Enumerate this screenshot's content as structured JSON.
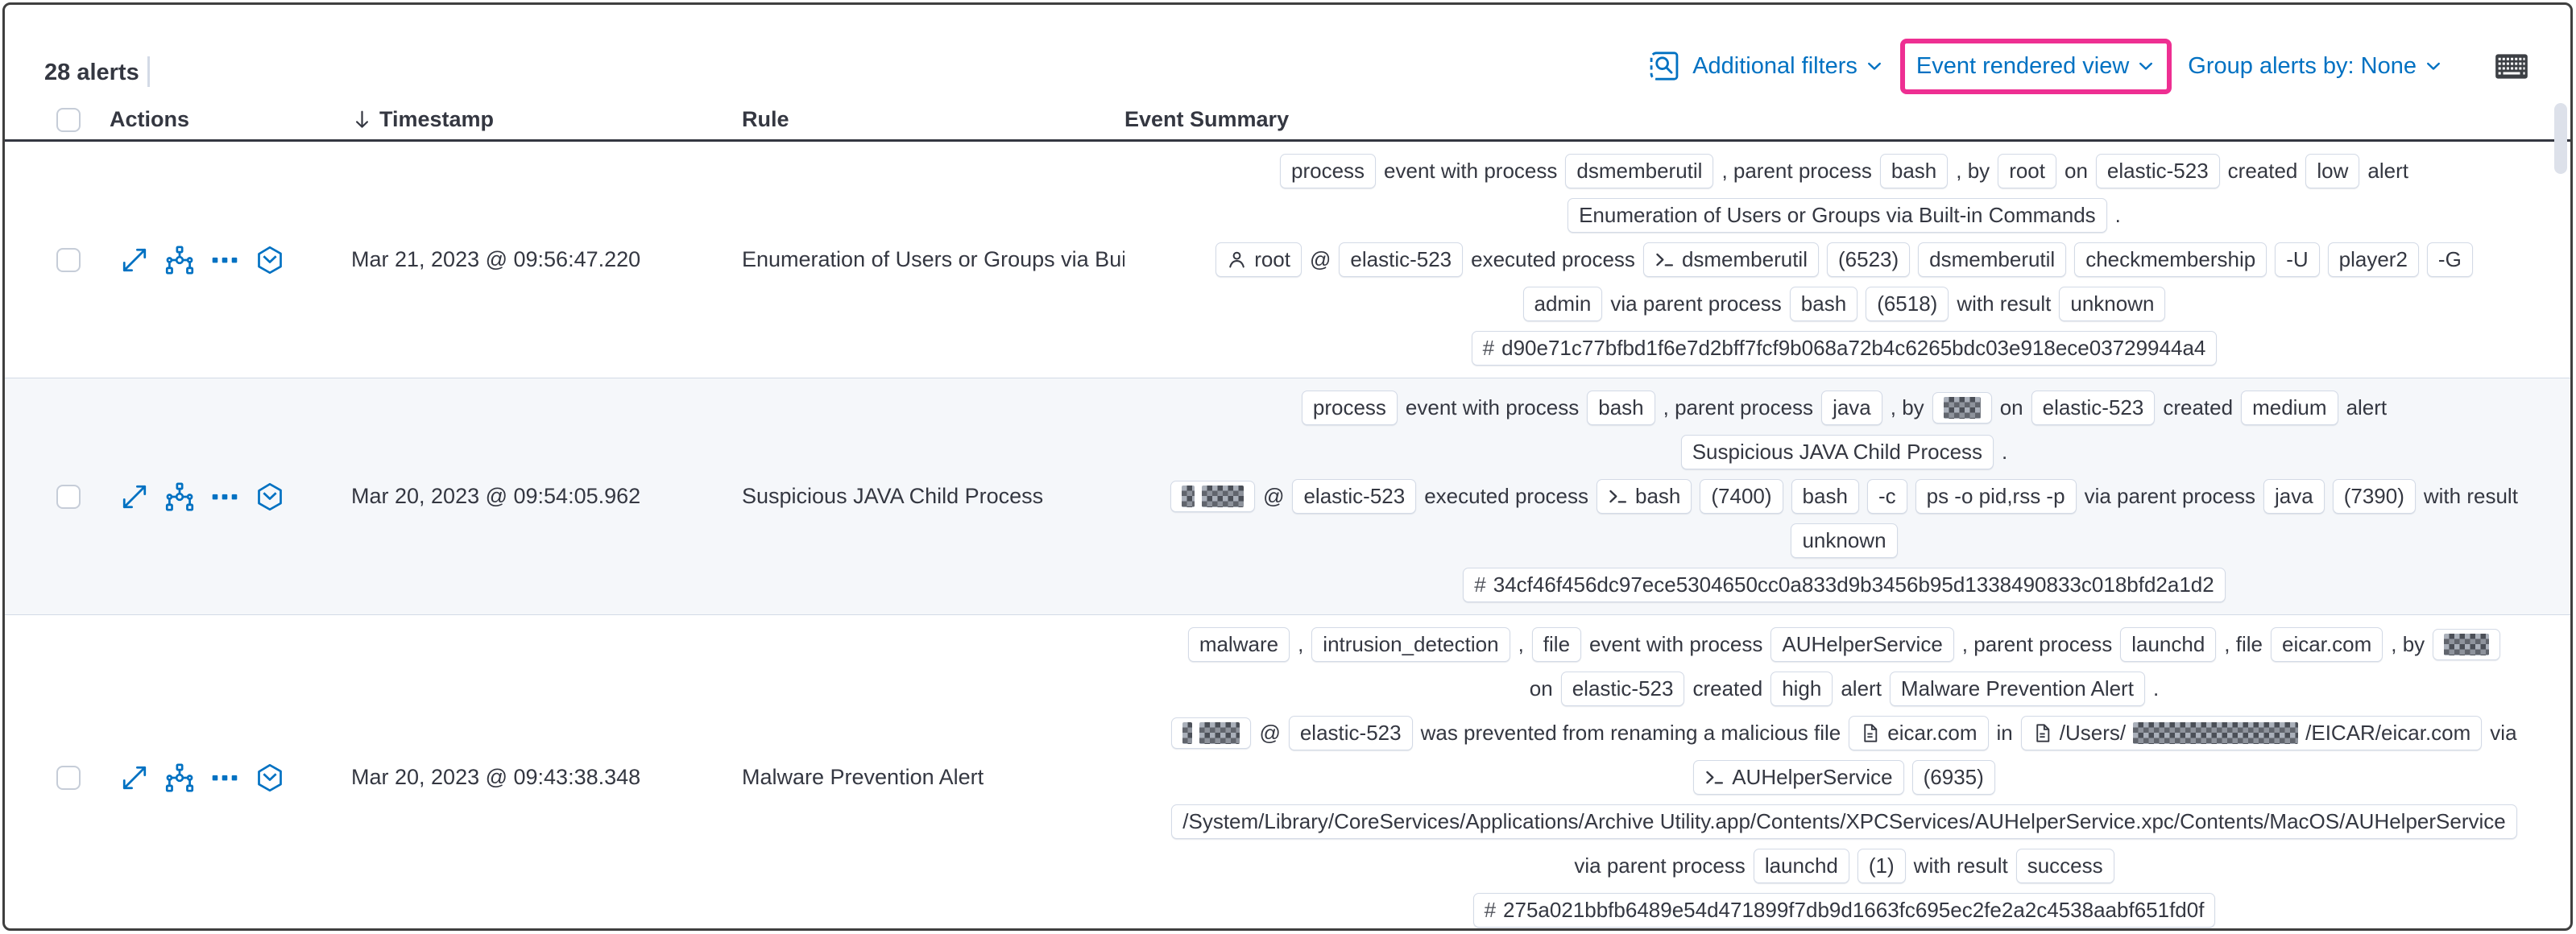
{
  "colors": {
    "accent_blue": "#0071c2",
    "highlight_pink": "#ee2f92",
    "text_dark": "#343741",
    "stripe": "#f5f7fa",
    "badge_border": "#d3dae6"
  },
  "topbar": {
    "alerts_count": "28 alerts",
    "toolbar": {
      "inspect_icon": "inspect-icon",
      "additional_filters_label": "Additional filters",
      "view_selector_label": "Event rendered view",
      "group_alerts_label": "Group alerts by: None",
      "keyboard_icon": "keyboard-icon",
      "highlight_note": "pink box drawn around Event rendered view selector"
    }
  },
  "table": {
    "columns": [
      "Actions",
      "Timestamp",
      "Rule",
      "Event Summary"
    ],
    "sort": {
      "column": "Timestamp",
      "direction": "desc"
    },
    "rows": [
      {
        "timestamp": "Mar 21, 2023 @ 09:56:47.220",
        "rule": "Enumeration of Users or Groups via Bui",
        "summary_lines": [
          [
            {
              "type": "badge",
              "v": "process"
            },
            {
              "type": "text",
              "v": "event with process"
            },
            {
              "type": "badge",
              "v": "dsmemberutil"
            },
            {
              "type": "text",
              "v": ", parent process"
            },
            {
              "type": "badge",
              "v": "bash"
            },
            {
              "type": "text",
              "v": ", by"
            },
            {
              "type": "badge",
              "v": "root"
            },
            {
              "type": "text",
              "v": "on"
            },
            {
              "type": "badge",
              "v": "elastic-523"
            },
            {
              "type": "text",
              "v": "created"
            },
            {
              "type": "badge",
              "v": "low"
            },
            {
              "type": "text",
              "v": "alert"
            }
          ],
          [
            {
              "type": "badge",
              "v": "Enumeration of Users or Groups via Built-in Commands"
            },
            {
              "type": "text",
              "v": "."
            }
          ],
          [
            {
              "type": "badge",
              "icon": "user",
              "v": "root"
            },
            {
              "type": "text",
              "v": "@"
            },
            {
              "type": "badge",
              "v": "elastic-523"
            },
            {
              "type": "text",
              "v": "executed process"
            },
            {
              "type": "badge",
              "icon": "terminal",
              "v": "dsmemberutil"
            },
            {
              "type": "badge",
              "v": "(6523)"
            },
            {
              "type": "badge",
              "v": "dsmemberutil"
            },
            {
              "type": "badge",
              "v": "checkmembership"
            },
            {
              "type": "badge",
              "v": "-U"
            },
            {
              "type": "badge",
              "v": "player2"
            },
            {
              "type": "badge",
              "v": "-G"
            }
          ],
          [
            {
              "type": "badge",
              "v": "admin"
            },
            {
              "type": "text",
              "v": "via parent process"
            },
            {
              "type": "badge",
              "v": "bash"
            },
            {
              "type": "badge",
              "v": "(6518)"
            },
            {
              "type": "text",
              "v": "with result"
            },
            {
              "type": "badge",
              "v": "unknown"
            }
          ],
          [
            {
              "type": "badge",
              "icon": "hash",
              "v": "d90e71c77bfbd1f6e7d2bff7fcf9b068a72b4c6265bdc03e918ece03729944a4"
            }
          ]
        ]
      },
      {
        "timestamp": "Mar 20, 2023 @ 09:54:05.962",
        "rule": "Suspicious JAVA Child Process",
        "summary_lines": [
          [
            {
              "type": "badge",
              "v": "process"
            },
            {
              "type": "text",
              "v": "event with process"
            },
            {
              "type": "badge",
              "v": "bash"
            },
            {
              "type": "text",
              "v": ", parent process"
            },
            {
              "type": "badge",
              "v": "java"
            },
            {
              "type": "text",
              "v": ", by"
            },
            {
              "type": "badge",
              "parts": [
                {
                  "r": 46
                }
              ]
            },
            {
              "type": "text",
              "v": "on"
            },
            {
              "type": "badge",
              "v": "elastic-523"
            },
            {
              "type": "text",
              "v": "created"
            },
            {
              "type": "badge",
              "v": "medium"
            },
            {
              "type": "text",
              "v": "alert"
            }
          ],
          [
            {
              "type": "badge",
              "v": "Suspicious JAVA Child Process"
            },
            {
              "type": "text",
              "v": "."
            }
          ],
          [
            {
              "type": "badge",
              "parts": [
                {
                  "r": 16
                },
                {
                  "r": 52
                }
              ]
            },
            {
              "type": "text",
              "v": "@"
            },
            {
              "type": "badge",
              "v": "elastic-523"
            },
            {
              "type": "text",
              "v": "executed process"
            },
            {
              "type": "badge",
              "icon": "terminal",
              "v": "bash"
            },
            {
              "type": "badge",
              "v": "(7400)"
            },
            {
              "type": "badge",
              "v": "bash"
            },
            {
              "type": "badge",
              "v": "-c"
            },
            {
              "type": "badge",
              "v": "ps -o pid,rss -p"
            },
            {
              "type": "text",
              "v": "via parent process"
            },
            {
              "type": "badge",
              "v": "java"
            },
            {
              "type": "badge",
              "v": "(7390)"
            },
            {
              "type": "text",
              "v": "with result"
            }
          ],
          [
            {
              "type": "badge",
              "v": "unknown"
            }
          ],
          [
            {
              "type": "badge",
              "icon": "hash",
              "v": "34cf46f456dc97ece5304650cc0a833d9b3456b95d1338490833c018bfd2a1d2"
            }
          ]
        ]
      },
      {
        "timestamp": "Mar 20, 2023 @ 09:43:38.348",
        "rule": "Malware Prevention Alert",
        "summary_lines": [
          [
            {
              "type": "badge",
              "v": "malware"
            },
            {
              "type": "text",
              "v": ","
            },
            {
              "type": "badge",
              "v": "intrusion_detection"
            },
            {
              "type": "text",
              "v": ","
            },
            {
              "type": "badge",
              "v": "file"
            },
            {
              "type": "text",
              "v": "event with process"
            },
            {
              "type": "badge",
              "v": "AUHelperService"
            },
            {
              "type": "text",
              "v": ", parent process"
            },
            {
              "type": "badge",
              "v": "launchd"
            },
            {
              "type": "text",
              "v": ", file"
            },
            {
              "type": "badge",
              "v": "eicar.com"
            },
            {
              "type": "text",
              "v": ", by"
            },
            {
              "type": "badge",
              "parts": [
                {
                  "r": 56
                }
              ]
            }
          ],
          [
            {
              "type": "text",
              "v": "on"
            },
            {
              "type": "badge",
              "v": "elastic-523"
            },
            {
              "type": "text",
              "v": "created"
            },
            {
              "type": "badge",
              "v": "high"
            },
            {
              "type": "text",
              "v": "alert"
            },
            {
              "type": "badge",
              "v": "Malware Prevention Alert"
            },
            {
              "type": "text",
              "v": "."
            }
          ],
          [
            {
              "type": "badge",
              "parts": [
                {
                  "r": 12
                },
                {
                  "r": 50
                }
              ]
            },
            {
              "type": "text",
              "v": "@"
            },
            {
              "type": "badge",
              "v": "elastic-523"
            },
            {
              "type": "text",
              "v": "was prevented from renaming a malicious file"
            },
            {
              "type": "badge",
              "icon": "file",
              "v": "eicar.com"
            },
            {
              "type": "text",
              "v": "in"
            },
            {
              "type": "badge",
              "parts": [
                {
                  "icon": "file"
                },
                {
                  "t": "/Users/"
                },
                {
                  "r": 205
                },
                {
                  "t": "/EICAR/eicar.com"
                }
              ]
            },
            {
              "type": "text",
              "v": "via"
            }
          ],
          [
            {
              "type": "badge",
              "icon": "terminal",
              "v": "AUHelperService"
            },
            {
              "type": "badge",
              "v": "(6935)"
            }
          ],
          [
            {
              "type": "badge",
              "v": "/System/Library/CoreServices/Applications/Archive Utility.app/Contents/XPCServices/AUHelperService.xpc/Contents/MacOS/AUHelperService"
            }
          ],
          [
            {
              "type": "text",
              "v": "via parent process"
            },
            {
              "type": "badge",
              "v": "launchd"
            },
            {
              "type": "badge",
              "v": "(1)"
            },
            {
              "type": "text",
              "v": "with result"
            },
            {
              "type": "badge",
              "v": "success"
            }
          ],
          [
            {
              "type": "badge",
              "icon": "hash",
              "v": "275a021bbfb6489e54d471899f7db9d1663fc695ec2fe2a2c4538aabf651fd0f"
            }
          ]
        ]
      }
    ]
  }
}
